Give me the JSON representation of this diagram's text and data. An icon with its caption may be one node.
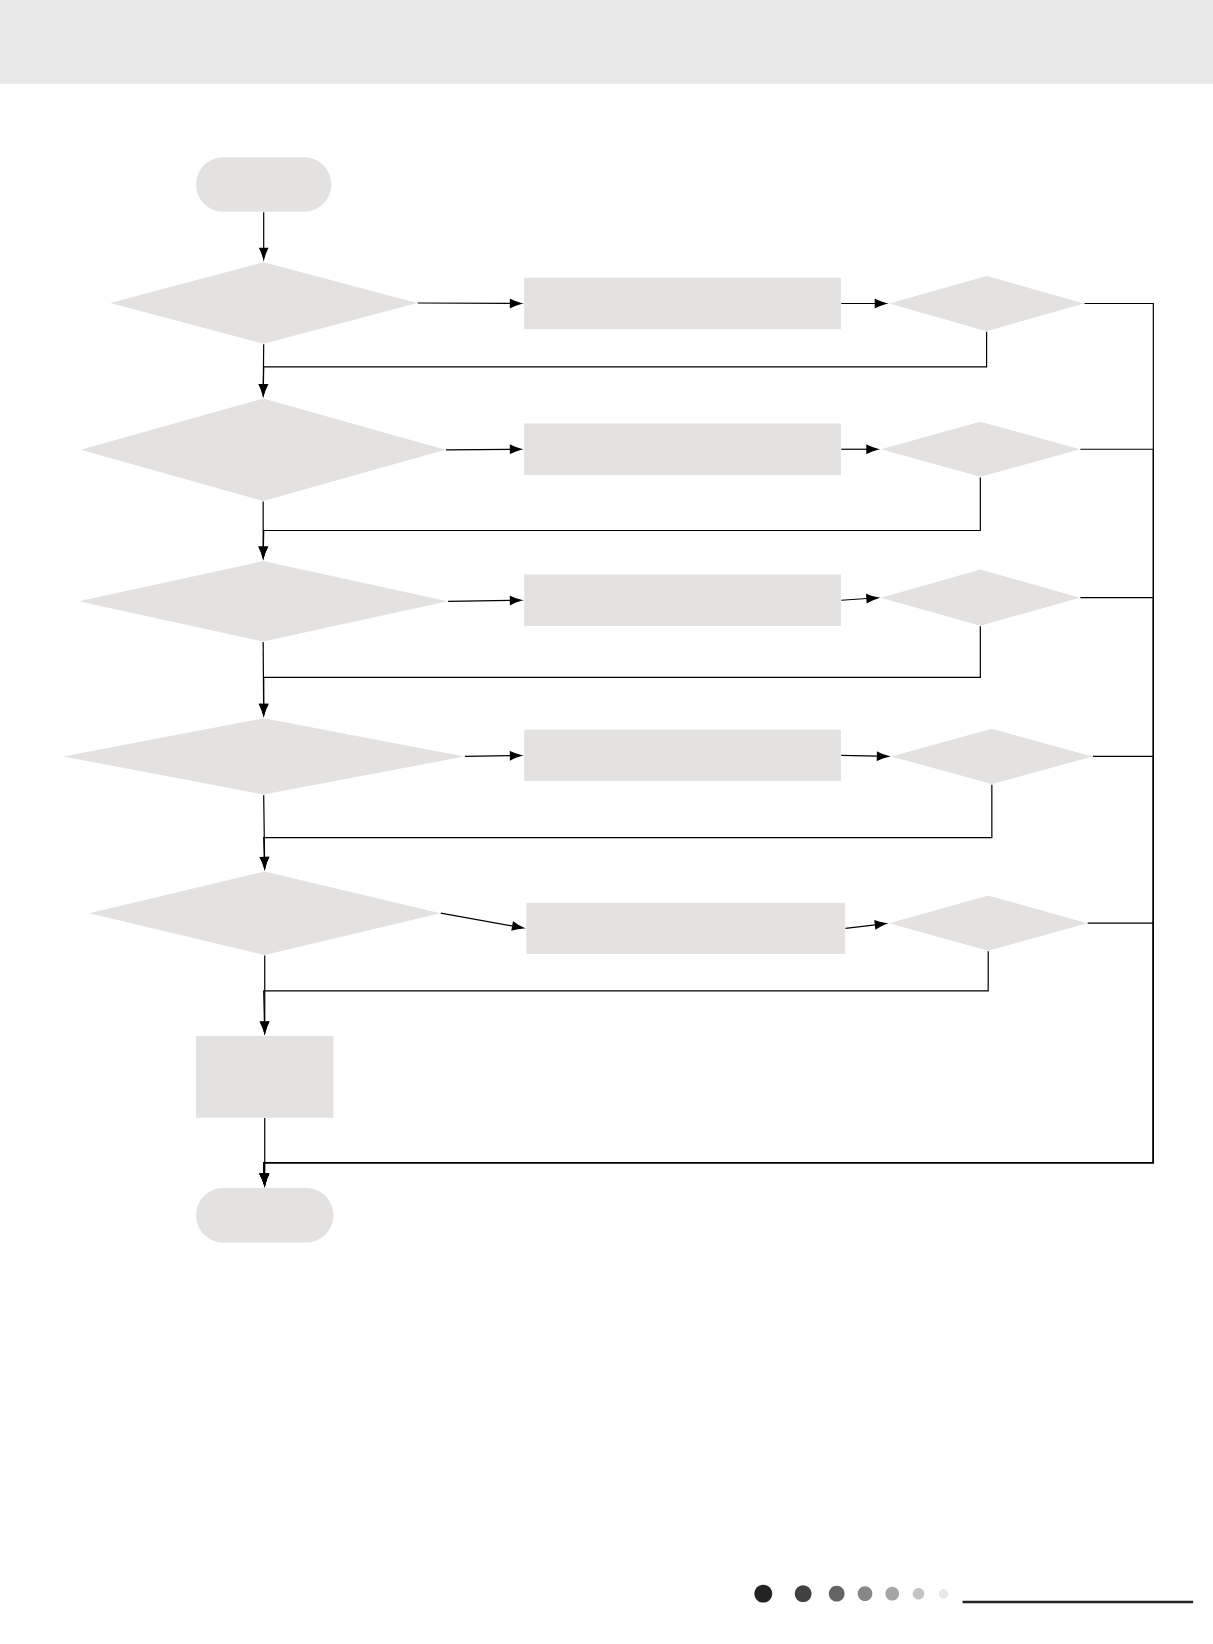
{
  "diagram": {
    "nodes": [
      {
        "text": [],
        "shape": "box"
      },
      {
        "text": [],
        "shape": "diamond"
      },
      {
        "text": [],
        "shape": "box"
      },
      {
        "text": [],
        "shape": "diamond"
      },
      {
        "text": [],
        "shape": "diamond"
      },
      {
        "text": [],
        "shape": "box"
      },
      {
        "text": [],
        "shape": "diamond"
      },
      {
        "text": [],
        "shape": "diamond"
      },
      {
        "text": [],
        "shape": "box"
      },
      {
        "text": [],
        "shape": "diamond"
      },
      {
        "text": [],
        "shape": "diamond"
      },
      {
        "text": [],
        "shape": "box"
      },
      {
        "text": [],
        "shape": "diamond"
      },
      {
        "text": [],
        "shape": "diamond"
      },
      {
        "text": [],
        "shape": "box"
      },
      {
        "text": [],
        "shape": "diamond"
      },
      {
        "text": [],
        "shape": "box"
      },
      {
        "text": [],
        "shape": "box"
      }
    ],
    "edges": [
      {
        "from": 0,
        "to": 1,
        "arrow": "to"
      },
      {
        "from": 1,
        "to": 2,
        "arrow": "to"
      },
      {
        "from": 2,
        "to": 3,
        "arrow": "to"
      },
      {
        "from": 3,
        "to": 4,
        "arrow": "to"
      },
      {
        "from": 1,
        "to": 4,
        "arrow": "to"
      },
      {
        "from": 3,
        "to": 17,
        "arrow": "to"
      },
      {
        "from": 4,
        "to": 5,
        "arrow": "to"
      },
      {
        "from": 5,
        "to": 6,
        "arrow": "to"
      },
      {
        "from": 6,
        "to": 7,
        "arrow": "to"
      },
      {
        "from": 4,
        "to": 7,
        "arrow": "to"
      },
      {
        "from": 6,
        "to": 17,
        "arrow": "to"
      },
      {
        "from": 7,
        "to": 8,
        "arrow": "to"
      },
      {
        "from": 8,
        "to": 9,
        "arrow": "to"
      },
      {
        "from": 9,
        "to": 10,
        "arrow": "to"
      },
      {
        "from": 7,
        "to": 10,
        "arrow": "to"
      },
      {
        "from": 9,
        "to": 17,
        "arrow": "to"
      },
      {
        "from": 10,
        "to": 11,
        "arrow": "to"
      },
      {
        "from": 11,
        "to": 12,
        "arrow": "to"
      },
      {
        "from": 12,
        "to": 13,
        "arrow": "to"
      },
      {
        "from": 10,
        "to": 13,
        "arrow": "to"
      },
      {
        "from": 12,
        "to": 17,
        "arrow": "to"
      },
      {
        "from": 13,
        "to": 14,
        "arrow": "to"
      },
      {
        "from": 14,
        "to": 15,
        "arrow": "to"
      },
      {
        "from": 15,
        "to": 16,
        "arrow": "to"
      },
      {
        "from": 13,
        "to": 16,
        "arrow": "to"
      },
      {
        "from": 15,
        "to": 17,
        "arrow": "to"
      },
      {
        "from": 16,
        "to": 17,
        "arrow": "to"
      }
    ]
  }
}
